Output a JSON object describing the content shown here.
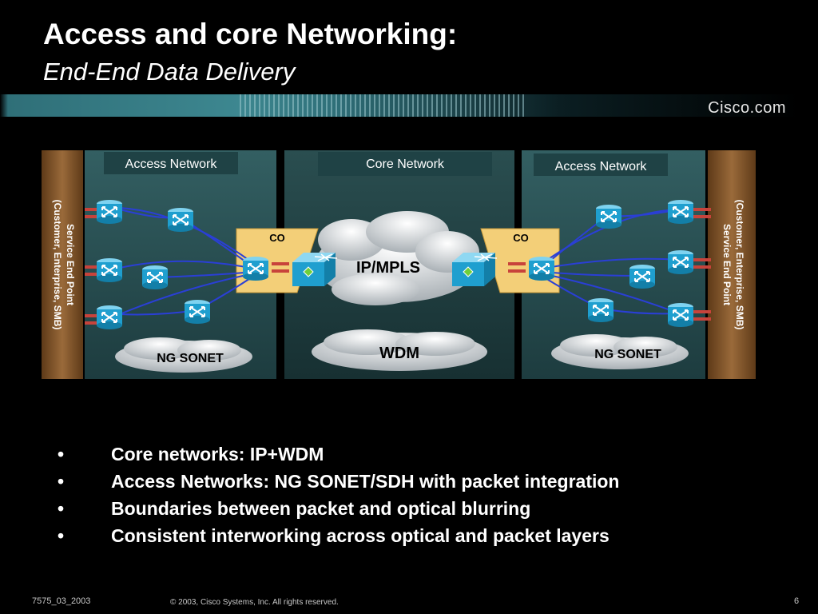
{
  "slide": {
    "title": "Access and core Networking:",
    "subtitle": "End-End Data Delivery",
    "brand": "Cisco.com"
  },
  "diagram": {
    "access_left_label": "Access Network",
    "core_label": "Core Network",
    "access_right_label": "Access Network",
    "endpoint_left": {
      "line1": "Service End Point",
      "line2": "(Customer, Enterprise, SMB)"
    },
    "endpoint_right": {
      "line1": "Service End Point",
      "line2": "(Customer, Enterprise, SMB)"
    },
    "co_left": "CO",
    "co_right": "CO",
    "cloud_ip": "IP/MPLS",
    "cloud_wdm": "WDM",
    "cloud_sonet_left": "NG SONET",
    "cloud_sonet_right": "NG SONET"
  },
  "bullets": [
    "Core networks:  IP+WDM",
    "Access Networks: NG SONET/SDH with packet integration",
    "Boundaries between packet and optical blurring",
    "Consistent interworking across optical and packet layers"
  ],
  "footer": {
    "code": "7575_03_2003",
    "copyright": "© 2003, Cisco Systems, Inc. All rights reserved.",
    "page": "6"
  },
  "colors": {
    "panel": "#2a5558",
    "endpoint": "#8a5a2e",
    "co": "#f3cf78",
    "router": "#1f9fcf"
  }
}
